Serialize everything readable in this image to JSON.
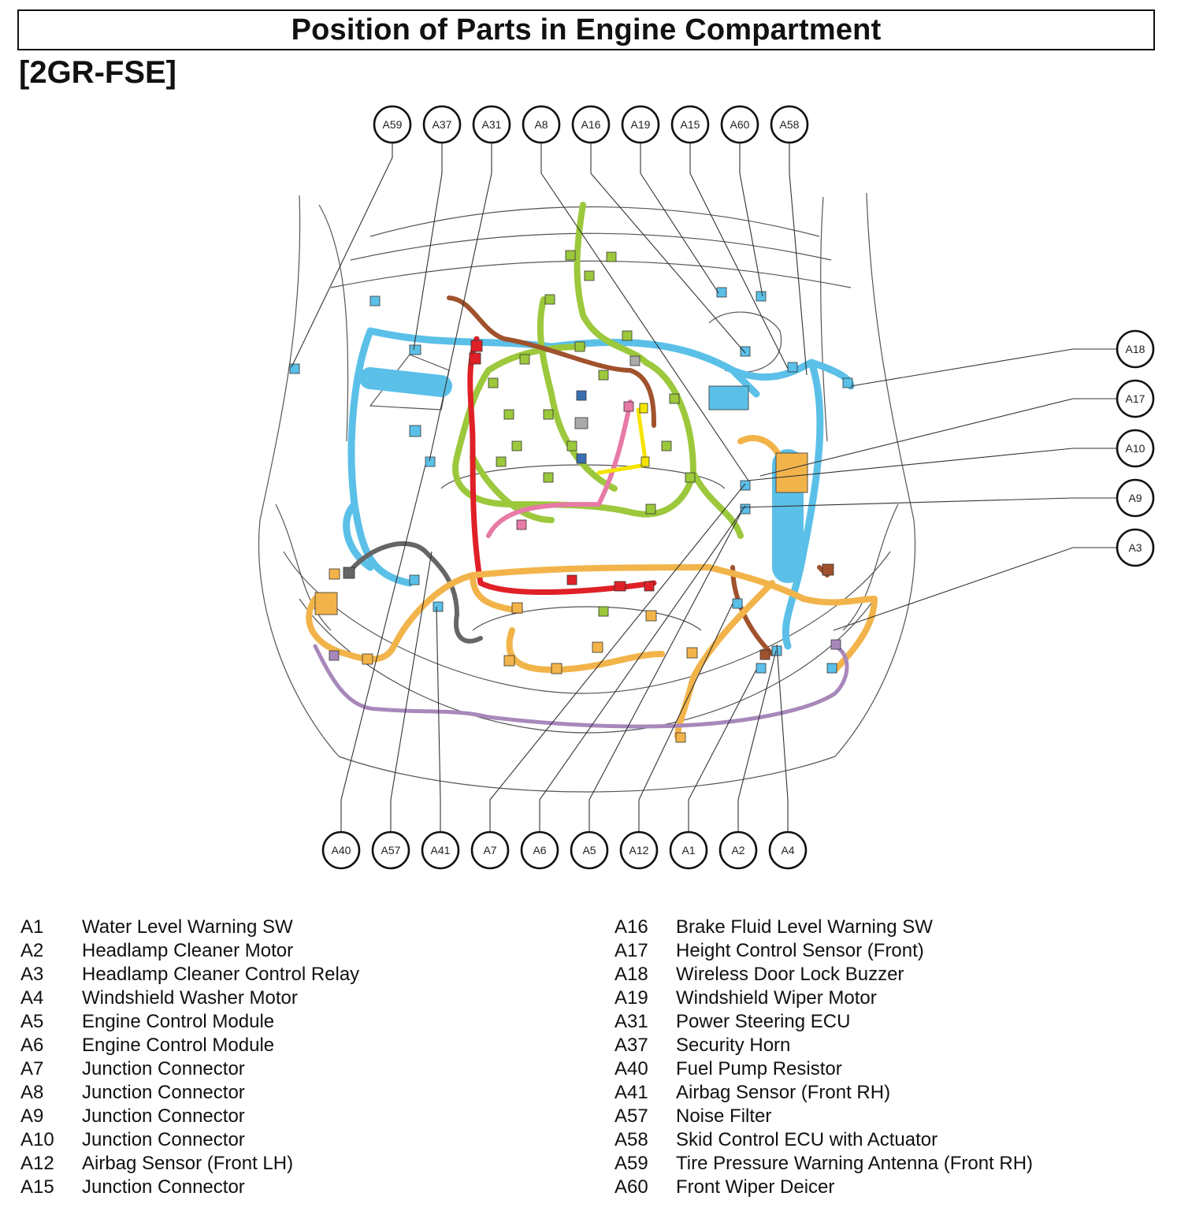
{
  "header": {
    "title": "Position of Parts in Engine Compartment",
    "variant": "[2GR-FSE]"
  },
  "callouts": {
    "top": [
      "A59",
      "A37",
      "A31",
      "A8",
      "A16",
      "A19",
      "A15",
      "A60",
      "A58"
    ],
    "right": [
      "A18",
      "A17",
      "A10",
      "A9",
      "A3"
    ],
    "bottom": [
      "A40",
      "A57",
      "A41",
      "A7",
      "A6",
      "A5",
      "A12",
      "A1",
      "A2",
      "A4"
    ]
  },
  "legend": {
    "left": [
      {
        "code": "A1",
        "name": "Water Level Warning SW"
      },
      {
        "code": "A2",
        "name": "Headlamp Cleaner Motor"
      },
      {
        "code": "A3",
        "name": "Headlamp Cleaner Control Relay"
      },
      {
        "code": "A4",
        "name": "Windshield Washer Motor"
      },
      {
        "code": "A5",
        "name": "Engine Control Module"
      },
      {
        "code": "A6",
        "name": "Engine Control Module"
      },
      {
        "code": "A7",
        "name": "Junction Connector"
      },
      {
        "code": "A8",
        "name": "Junction Connector"
      },
      {
        "code": "A9",
        "name": "Junction Connector"
      },
      {
        "code": "A10",
        "name": "Junction Connector"
      },
      {
        "code": "A12",
        "name": "Airbag Sensor (Front LH)"
      },
      {
        "code": "A15",
        "name": "Junction Connector"
      }
    ],
    "right": [
      {
        "code": "A16",
        "name": "Brake Fluid Level Warning SW"
      },
      {
        "code": "A17",
        "name": "Height Control Sensor (Front)"
      },
      {
        "code": "A18",
        "name": "Wireless Door Lock Buzzer"
      },
      {
        "code": "A19",
        "name": "Windshield Wiper Motor"
      },
      {
        "code": "A31",
        "name": "Power Steering ECU"
      },
      {
        "code": "A37",
        "name": "Security Horn"
      },
      {
        "code": "A40",
        "name": "Fuel Pump Resistor"
      },
      {
        "code": "A41",
        "name": "Airbag Sensor (Front RH)"
      },
      {
        "code": "A57",
        "name": "Noise Filter"
      },
      {
        "code": "A58",
        "name": "Skid Control ECU with Actuator"
      },
      {
        "code": "A59",
        "name": "Tire Pressure Warning Antenna (Front RH)"
      },
      {
        "code": "A60",
        "name": "Front Wiper Deicer"
      }
    ]
  },
  "colors": {
    "harness_blue": "#5bc0e8",
    "harness_green": "#9cc83c",
    "harness_orange": "#f2b44a",
    "harness_red": "#e02027",
    "harness_brown": "#a0522d",
    "harness_purple": "#a888bb",
    "harness_pink": "#e77aa6",
    "harness_yellow": "#f5e400",
    "harness_gray": "#666666"
  }
}
